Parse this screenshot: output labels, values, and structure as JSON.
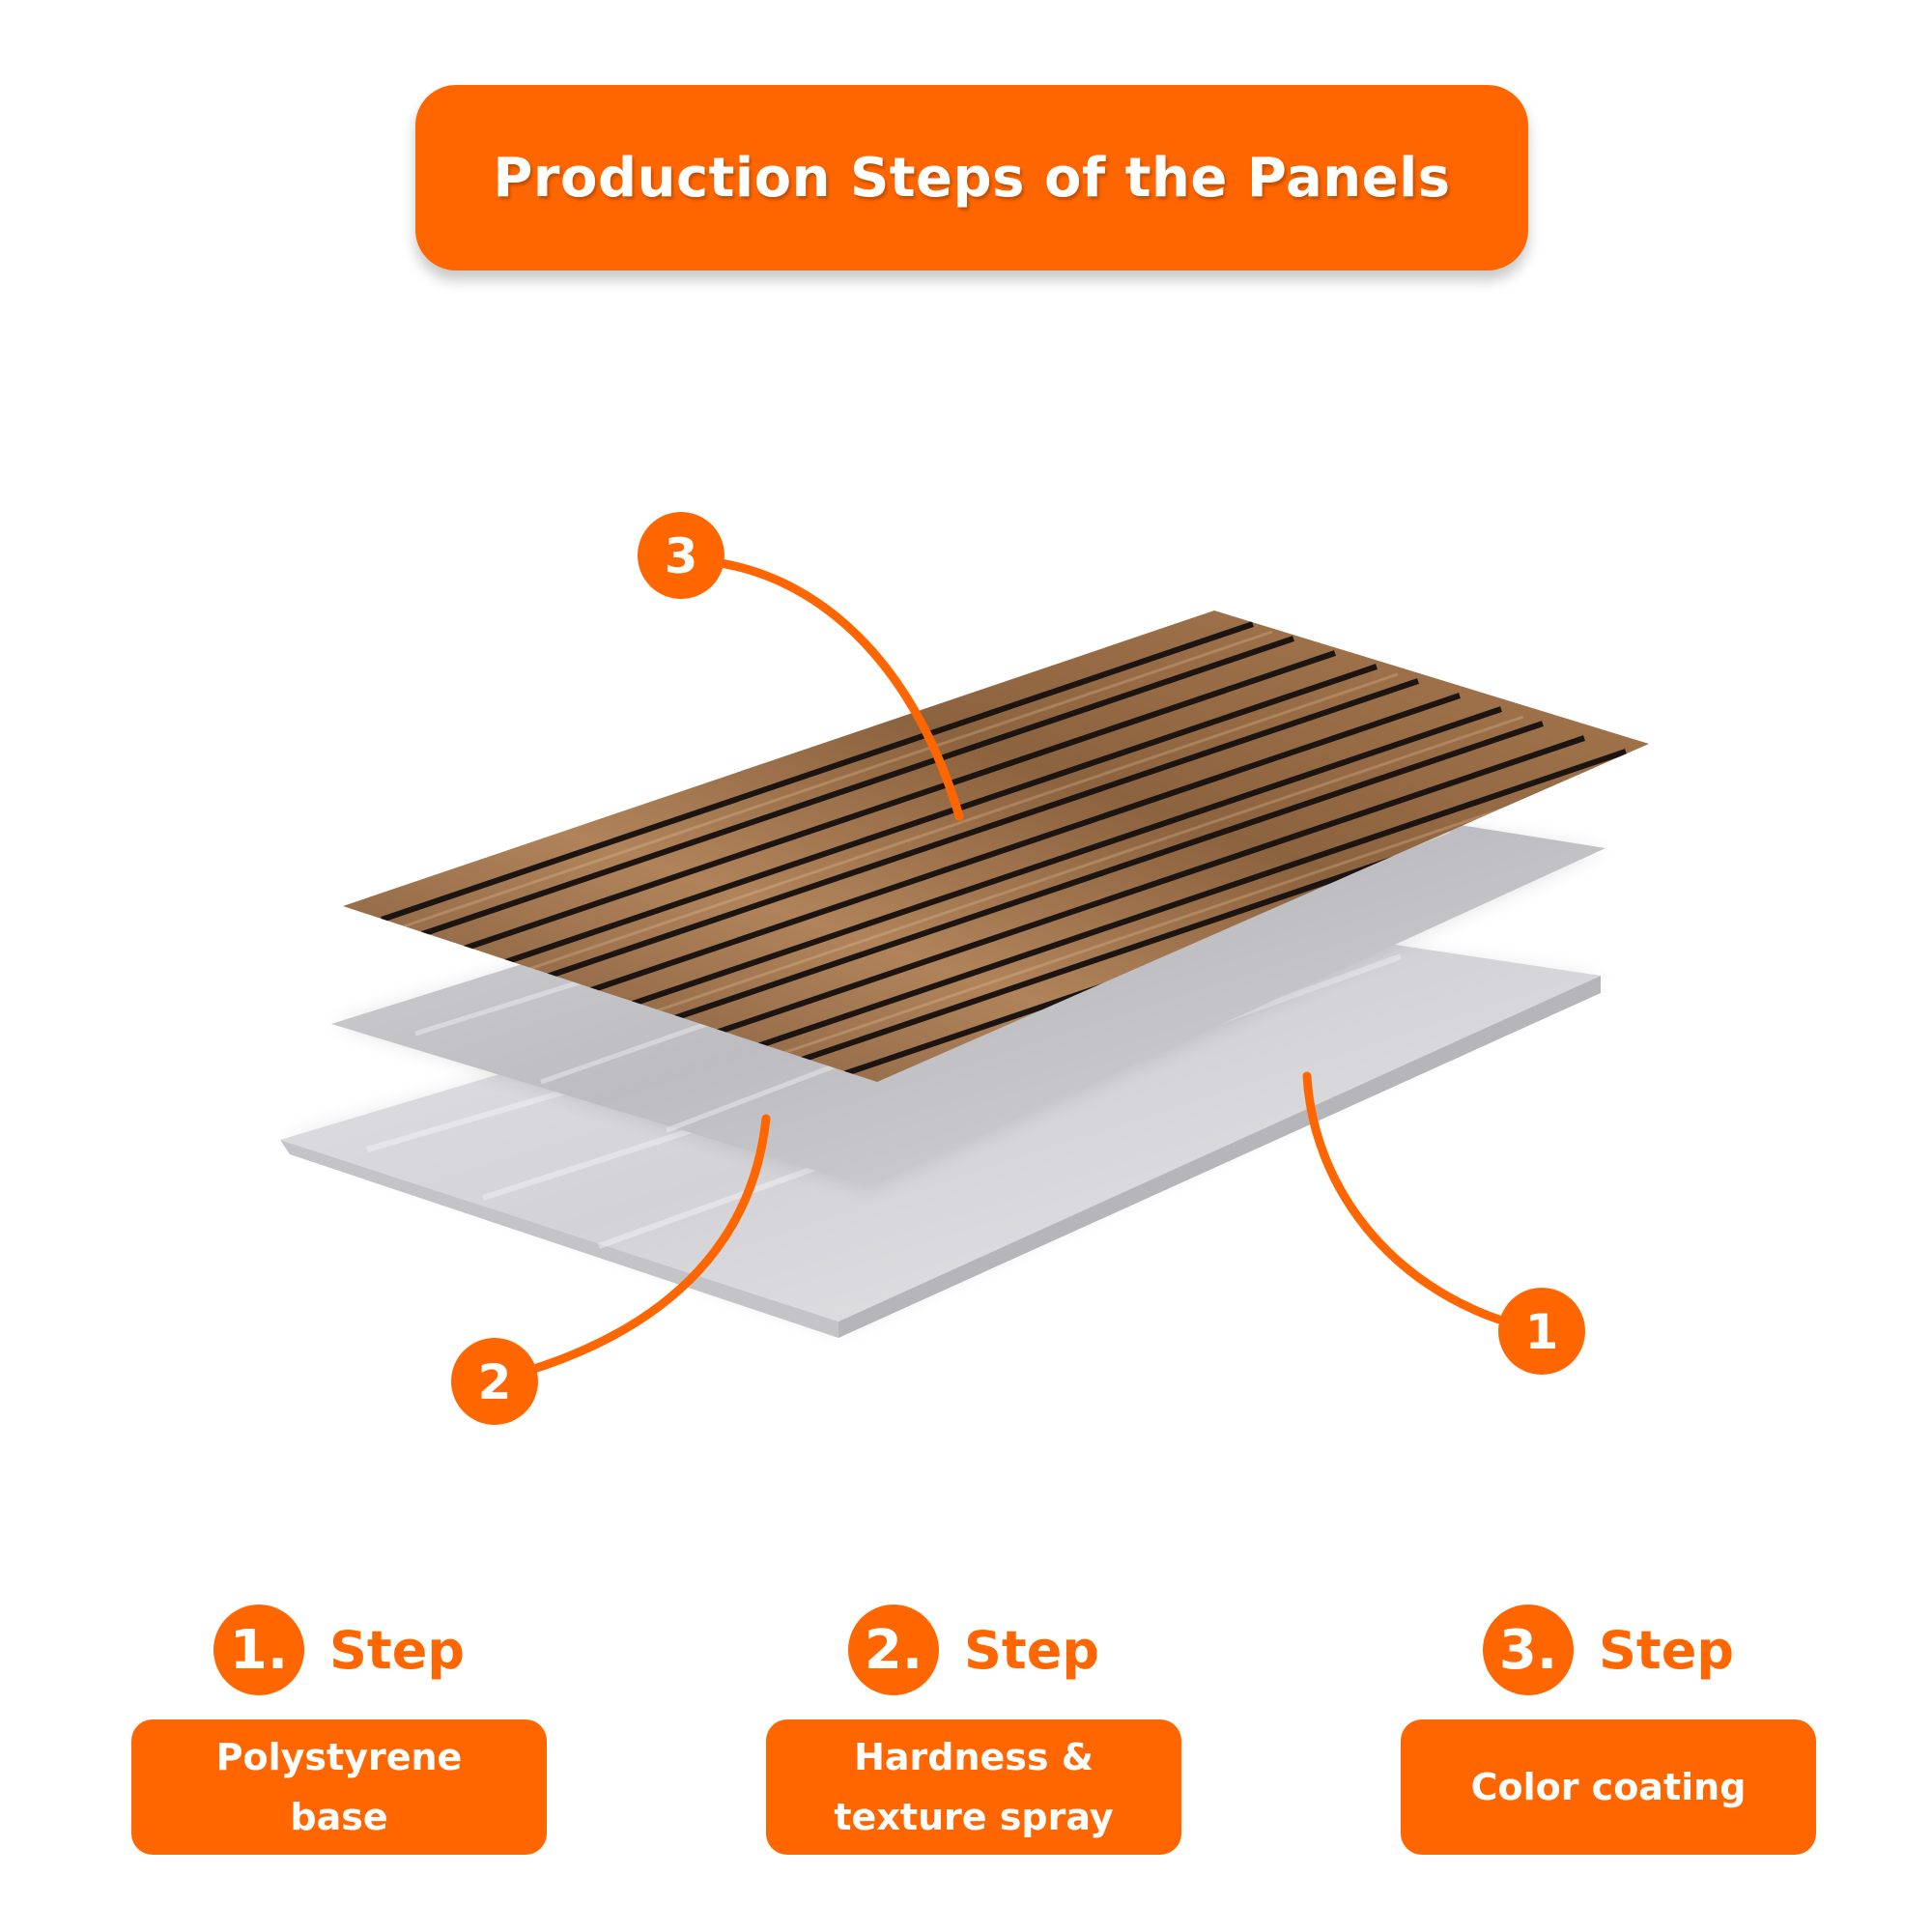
{
  "title": "Production Steps of the Panels",
  "callouts": [
    "3",
    "2",
    "1"
  ],
  "steps": [
    {
      "number": "1.",
      "word": "Step",
      "description": "Polystyrene base"
    },
    {
      "number": "2.",
      "word": "Step",
      "description": "Hardness & texture spray"
    },
    {
      "number": "3.",
      "word": "Step",
      "description": "Color coating"
    }
  ],
  "colors": {
    "accent": "#ff6600",
    "background": "#ffffff",
    "wood_light": "#b98a5e",
    "wood_dark": "#6b4a2e",
    "base_panel": "#d9d9dc",
    "middle_panel": "#c9c9cc"
  }
}
